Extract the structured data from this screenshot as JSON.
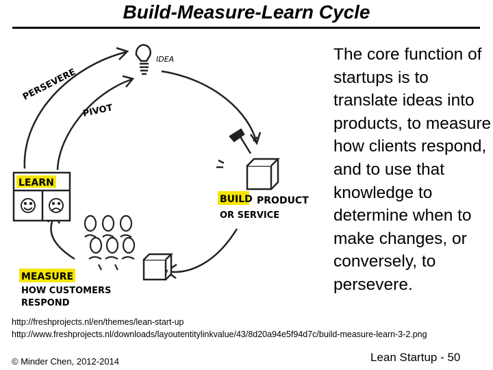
{
  "slide": {
    "title": "Build-Measure-Learn Cycle",
    "body": "The core function of startups is to translate ideas into products, to measure how clients respond, and to use that knowledge to determine when to make changes, or conversely, to persevere.",
    "urls": [
      "http://freshprojects.nl/en/themes/lean-start-up",
      "http://www.freshprojects.nl/downloads/layoutentitylinkvalue/43/8d20a94e5f94d7c/build-measure-learn-3-2.png"
    ],
    "footer_left": "© Minder Chen,  2012-2014",
    "footer_right": "Lean Startup - 50"
  },
  "diagram": {
    "idea": "IDEA",
    "persevere": "PERSEVERE",
    "pivot": "PIVOT",
    "learn": "LEARN",
    "build": "BUILD",
    "product": "PRODUCT",
    "or_service": "OR SERVICE",
    "measure": "MEASURE",
    "how_customers": "HOW CUSTOMERS",
    "respond": "RESPOND",
    "highlight_color": "#f5e600"
  }
}
